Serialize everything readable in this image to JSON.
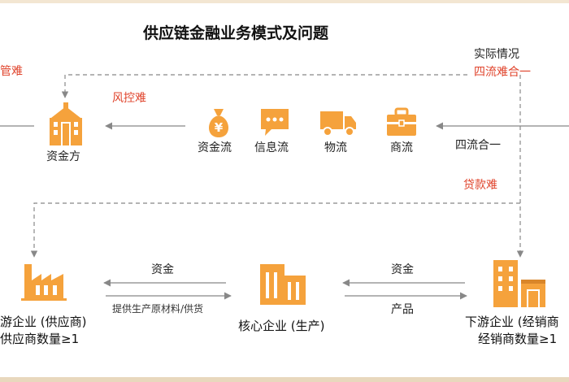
{
  "title": "供应链金融业务模式及问题",
  "notes": {
    "actual_situation": "实际情况",
    "four_flows_hard": "四流难合一",
    "manage_hard": "管难",
    "risk_control_hard": "风控难",
    "loan_hard": "贷款难",
    "four_flows_merge": "四流合一"
  },
  "funder": {
    "label": "资金方",
    "icon": "building-icon"
  },
  "flows": [
    {
      "label": "资金流",
      "icon": "money-bag-icon"
    },
    {
      "label": "信息流",
      "icon": "chat-bubble-icon"
    },
    {
      "label": "物流",
      "icon": "truck-icon"
    },
    {
      "label": "商流",
      "icon": "briefcase-icon"
    }
  ],
  "entities": {
    "upstream": {
      "name": "游企业 (供应商)",
      "count": "供应商数量≥1",
      "icon": "factory-icon"
    },
    "core": {
      "name": "核心企业 (生产)",
      "icon": "office-buildings-icon"
    },
    "downstream": {
      "name": "下游企业 (经销商",
      "count": "经销商数量≥1",
      "icon": "store-building-icon"
    }
  },
  "links": {
    "core_to_upstream": "资金",
    "upstream_to_core": "提供生产原材料/供货",
    "downstream_to_core": "资金",
    "core_to_downstream": "产品"
  },
  "colors": {
    "accent": "#f5a23c",
    "note_red": "#e0442c",
    "line_gray": "#888888"
  }
}
